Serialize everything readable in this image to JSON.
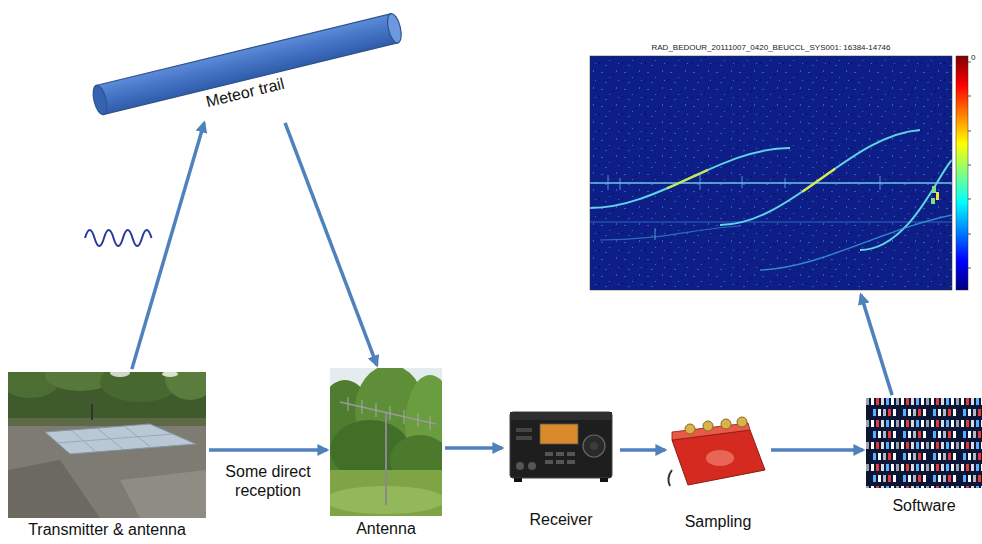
{
  "diagram": {
    "nodes": [
      {
        "text": [
          "Meteor trail"
        ]
      },
      {
        "text": [
          "RAD_BEDOUR_20111007_0420_BEUCCL_SYS001: 16384-14746"
        ]
      },
      {
        "text": [
          "Transmitter & antenna"
        ]
      },
      {
        "text": [
          "Antenna"
        ]
      },
      {
        "text": [
          "Receiver"
        ]
      },
      {
        "text": [
          "Sampling"
        ]
      },
      {
        "text": [
          "Software"
        ]
      }
    ],
    "edges": [
      {
        "from": 2,
        "to": 0,
        "arrow": "to"
      },
      {
        "from": 0,
        "to": 3,
        "arrow": "to"
      },
      {
        "from": 2,
        "to": 3,
        "arrow": "to",
        "label": "Some direct reception"
      },
      {
        "from": 3,
        "to": 4,
        "arrow": "to"
      },
      {
        "from": 4,
        "to": 5,
        "arrow": "to"
      },
      {
        "from": 5,
        "to": 6,
        "arrow": "to"
      },
      {
        "from": 6,
        "to": 1,
        "arrow": "to"
      }
    ],
    "labels": [
      "0"
    ]
  }
}
